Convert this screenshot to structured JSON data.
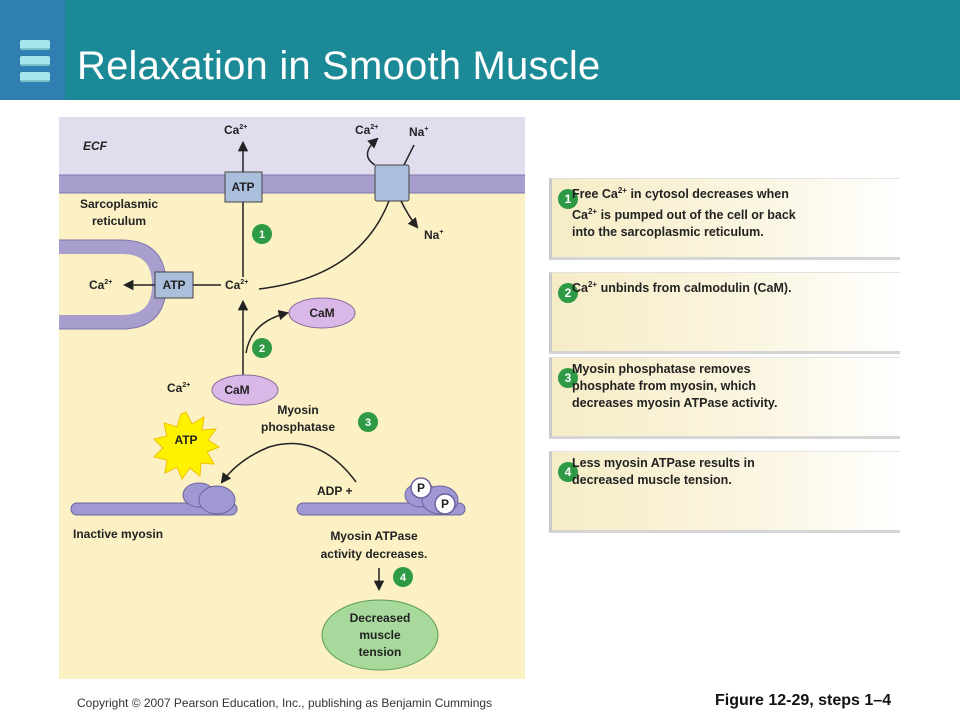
{
  "slide": {
    "title": "Relaxation in Smooth Muscle",
    "copyright": "Copyright © 2007 Pearson Education, Inc., publishing as Benjamin Cummings",
    "figure": "Figure 12-29, steps 1–4"
  },
  "diagram": {
    "ecf": "ECF",
    "ca": "Ca",
    "ca_sup": "2+",
    "na": "Na",
    "na_sup": "+",
    "atp": "ATP",
    "sr_line1": "Sarcoplasmic",
    "sr_line2": "reticulum",
    "cam": "CaM",
    "myosin_phosphatase_1": "Myosin",
    "myosin_phosphatase_2": "phosphatase",
    "adp": "ADP +",
    "p": "P",
    "inactive_myosin": "Inactive myosin",
    "myosin_atpase_1": "Myosin ATPase",
    "myosin_atpase_2": "activity decreases.",
    "tension_1": "Decreased",
    "tension_2": "muscle",
    "tension_3": "tension",
    "n1": "1",
    "n2": "2",
    "n3": "3",
    "n4": "4"
  },
  "steps": [
    {
      "num": "1",
      "text": "Free Ca2+ in cytosol decreases when Ca2+ is pumped out of the cell or back into the sarcoplasmic reticulum.",
      "parts": [
        "Free Ca",
        "2+",
        " in cytosol decreases when\nCa",
        "2+",
        " is pumped out of the cell or back\ninto the sarcoplasmic reticulum."
      ]
    },
    {
      "num": "2",
      "text": "Ca2+ unbinds from calmodulin (CaM).",
      "parts": [
        "Ca",
        "2+",
        " unbinds from calmodulin (CaM)."
      ]
    },
    {
      "num": "3",
      "text": "Myosin phosphatase removes phosphate from myosin, which decreases myosin ATPase activity.",
      "parts": [
        "Myosin phosphatase removes\nphosphate from myosin, which\ndecreases myosin ATPase activity."
      ]
    },
    {
      "num": "4",
      "text": "Less myosin ATPase results in decreased muscle tension.",
      "parts": [
        "Less myosin ATPase results in\ndecreased muscle tension."
      ]
    }
  ],
  "colors": {
    "header": "#1b8a96",
    "ecf": "#e2dcef",
    "cytosol": "#fbf1c4",
    "membrane": "#a99fcf",
    "atp_box": "#a9bfdc",
    "cam": "#d9b8e8",
    "myosin": "#9f98d2",
    "tension": "#a8d99c",
    "step_number": "#2e9a45"
  }
}
